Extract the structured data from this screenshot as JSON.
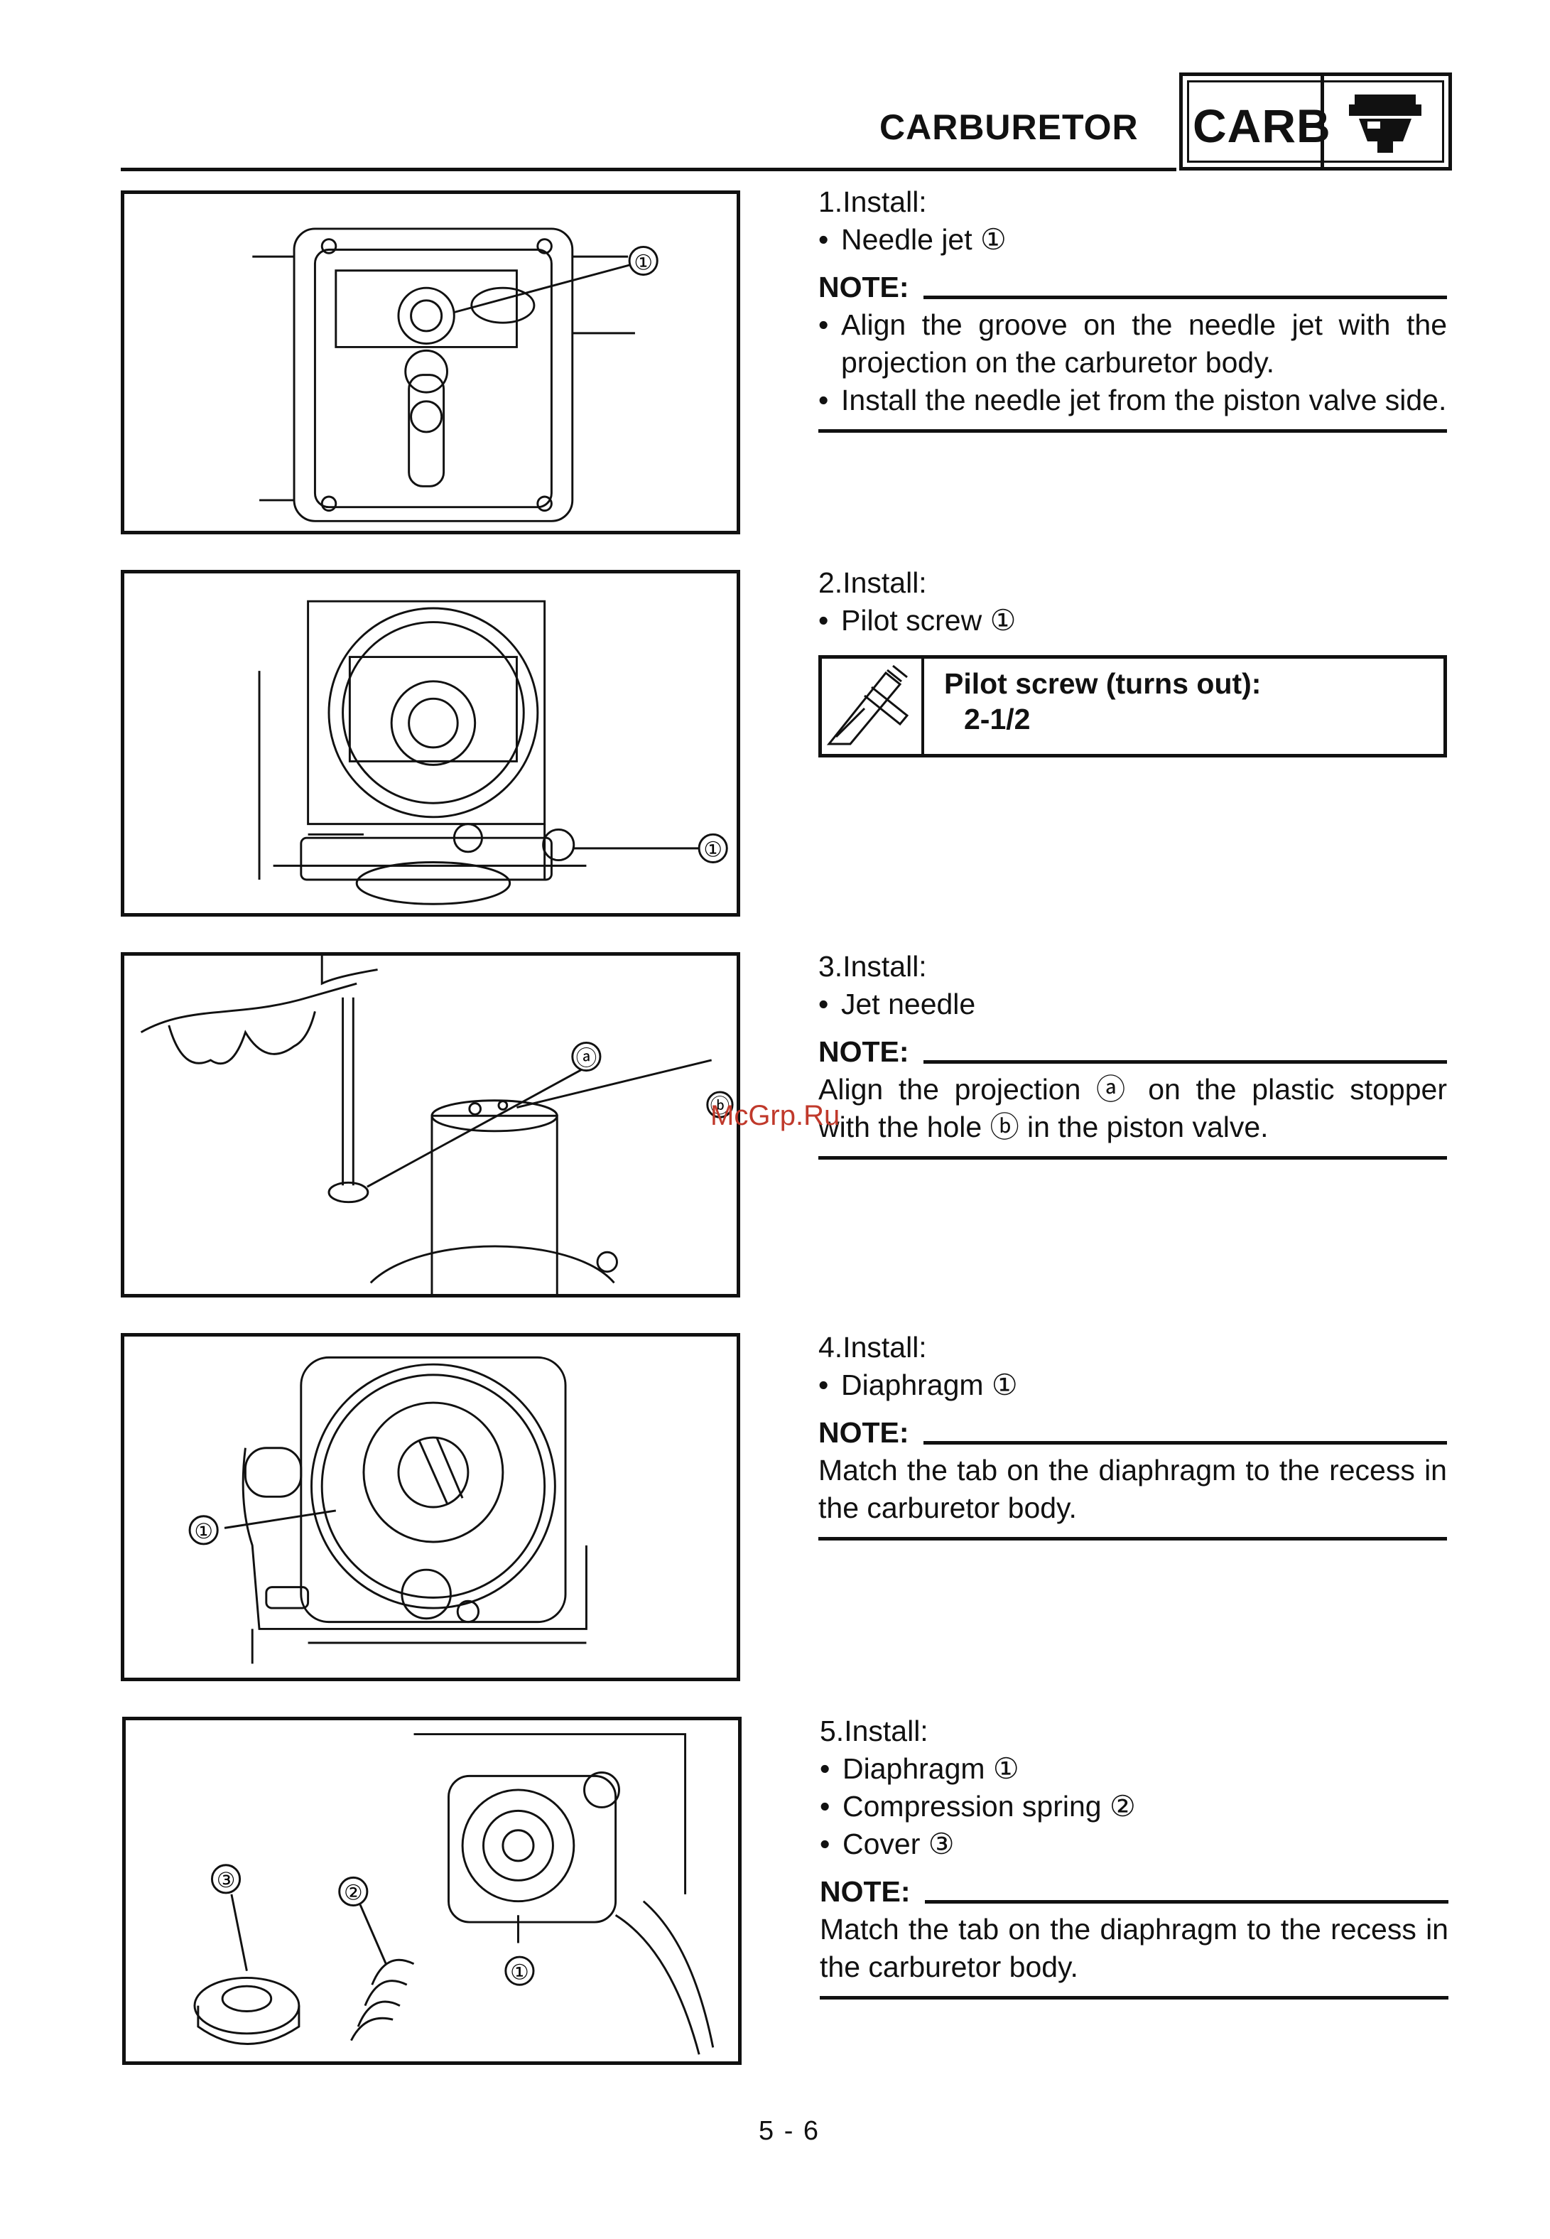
{
  "header": {
    "section_title": "CARBURETOR",
    "badge_label": "CARB",
    "badge_icon": "carburetor-icon"
  },
  "steps": [
    {
      "step": "1.Install:",
      "items": [
        "Needle jet ①"
      ],
      "note_label": "NOTE:",
      "notes": [
        "Align the groove on the needle jet with the projection on the carburetor body.",
        "Install the needle jet from the piston valve side."
      ]
    },
    {
      "step": "2.Install:",
      "items": [
        "Pilot screw ①"
      ],
      "spec_title": "Pilot screw (turns out):",
      "spec_value": "2-1/2",
      "spec_icon": "caliper-icon"
    },
    {
      "step": "3.Install:",
      "items": [
        "Jet needle"
      ],
      "note_label": "NOTE:",
      "note_text": "Align the projection ⓐ on the plastic stopper with the hole ⓑ in the piston valve."
    },
    {
      "step": "4.Install:",
      "items": [
        "Diaphragm ①"
      ],
      "note_label": "NOTE:",
      "note_text": "Match the tab on the diaphragm to the recess in the carburetor body."
    },
    {
      "step": "5.Install:",
      "items": [
        "Diaphragm ①",
        "Compression spring ②",
        "Cover ③"
      ],
      "note_label": "NOTE:",
      "note_text": "Match the tab on the diaphragm to the recess in the carburetor body."
    }
  ],
  "figures": {
    "fig1_callout": "①",
    "fig2_callout": "①",
    "fig3_callout_a": "ⓐ",
    "fig3_callout_b": "ⓑ",
    "fig4_callout": "①",
    "fig5_callout_1": "①",
    "fig5_callout_2": "②",
    "fig5_callout_3": "③"
  },
  "watermark": "McGrp.Ru",
  "page_number": "5 - 6"
}
